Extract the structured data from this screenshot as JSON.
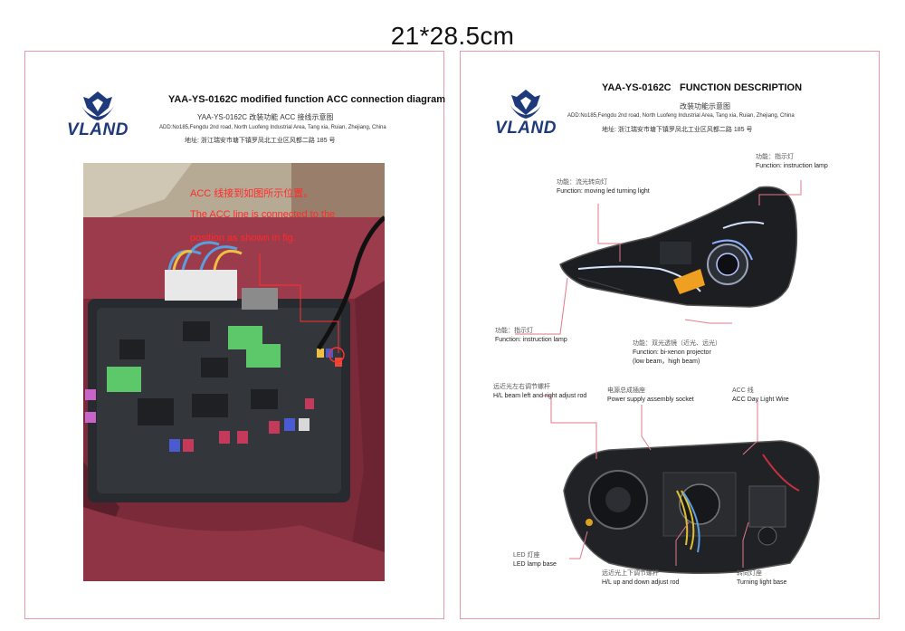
{
  "size_label": "21*28.5cm",
  "left_sheet": {
    "brand": "VLAND",
    "title": "YAA-YS-0162C modified function ACC connection diagram",
    "subtitle": "YAA-YS-0162C      改装功能    ACC 接线示意图",
    "address_en": "ADD:No185,Fengdu 2nd road, North Luofeng Industrial Area, Tang xia, Ruian, Zhejiang, China",
    "address_cn": "地址: 浙江瑞安市塘下镇罗凤北工业区风都二路 185 号",
    "photo_text_cn": "ACC 线接到如图所示位置。",
    "photo_text_en1": "The ACC line is connected to the",
    "photo_text_en2": "position as shown in fig."
  },
  "right_sheet": {
    "brand": "VLAND",
    "title_code": "YAA-YS-0162C",
    "title_func": "FUNCTION DESCRIPTION",
    "subtitle": "改装功能示意图",
    "address_en": "ADD:No185,Fengdu 2nd road, North Luofeng Industrial Area, Tang xia, Ruian, Zhejiang, China",
    "address_cn": "地址: 浙江瑞安市塘下镇罗凤北工业区风都二路 185 号",
    "callouts": {
      "instr_top_cn": "功能：指示灯",
      "instr_top_en": "Function: instruction lamp",
      "moving_cn": "功能：流光转向灯",
      "moving_en": "Function: moving led turning light",
      "instr_left_cn": "功能：指示灯",
      "instr_left_en": "Function: instruction lamp",
      "proj_cn": "功能：双光透镜（近光、远光）",
      "proj_en1": "Function: bi-xenon projector",
      "proj_en2": "(low beam，high beam)",
      "hl_lr_cn": "远近光左右调节螺杆",
      "hl_lr_en": "H/L beam left and right adjust rod",
      "power_cn": "电源总成插座",
      "power_en": "Power supply assembly socket",
      "acc_cn": "ACC 线",
      "acc_en": "ACC Day Light Wire",
      "led_cn": "LED 灯座",
      "led_en": "LED lamp base",
      "hl_ud_cn": "远近光上下调节螺杆",
      "hl_ud_en": "H/L up and down adjust rod",
      "turn_cn": "转向灯座",
      "turn_en": "Turning light base"
    }
  },
  "colors": {
    "sheet_border": "#e59aa8",
    "brand_blue": "#1e3a7a",
    "overlay_red": "#ff2a2a",
    "fuse_green": "#5cc86a",
    "leader_pink": "#e27a8a"
  }
}
